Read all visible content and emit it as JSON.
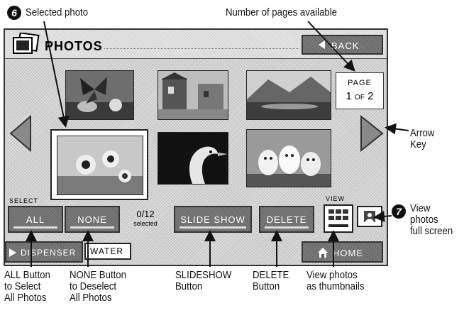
{
  "annotations": {
    "selected_photo": "Selected photo",
    "selected_photo_num": "6",
    "pages_available": "Number of pages available",
    "arrow_key": "Arrow\nKey",
    "view_full": "View\nphotos\nfull screen",
    "view_full_num": "7",
    "all_button": "ALL Button\nto Select\nAll Photos",
    "none_button": "NONE Button\nto Deselect\nAll Photos",
    "slideshow_button": "SLIDESHOW\nButton",
    "delete_button": "DELETE\nButton",
    "view_thumbs": "View photos\nas thumbnails"
  },
  "screen": {
    "title": "PHOTOS",
    "back_label": "BACK",
    "page_label": "PAGE",
    "page_current": "1",
    "page_of": "OF",
    "page_total": "2",
    "select_label": "SELECT",
    "all_label": "ALL",
    "none_label": "NONE",
    "selected_count": "0/12",
    "selected_word": "selected",
    "slideshow_label": "SLIDE SHOW",
    "delete_label": "DELETE",
    "view_label": "VIEW",
    "dispenser_label": "DISPENSER",
    "water_label": "WATER",
    "home_label": "HOME"
  },
  "icons": [
    "photos-icon",
    "back-arrow-icon",
    "left-arrow-icon",
    "right-arrow-icon",
    "thumbnails-icon",
    "fullscreen-icon",
    "play-icon",
    "home-icon"
  ]
}
